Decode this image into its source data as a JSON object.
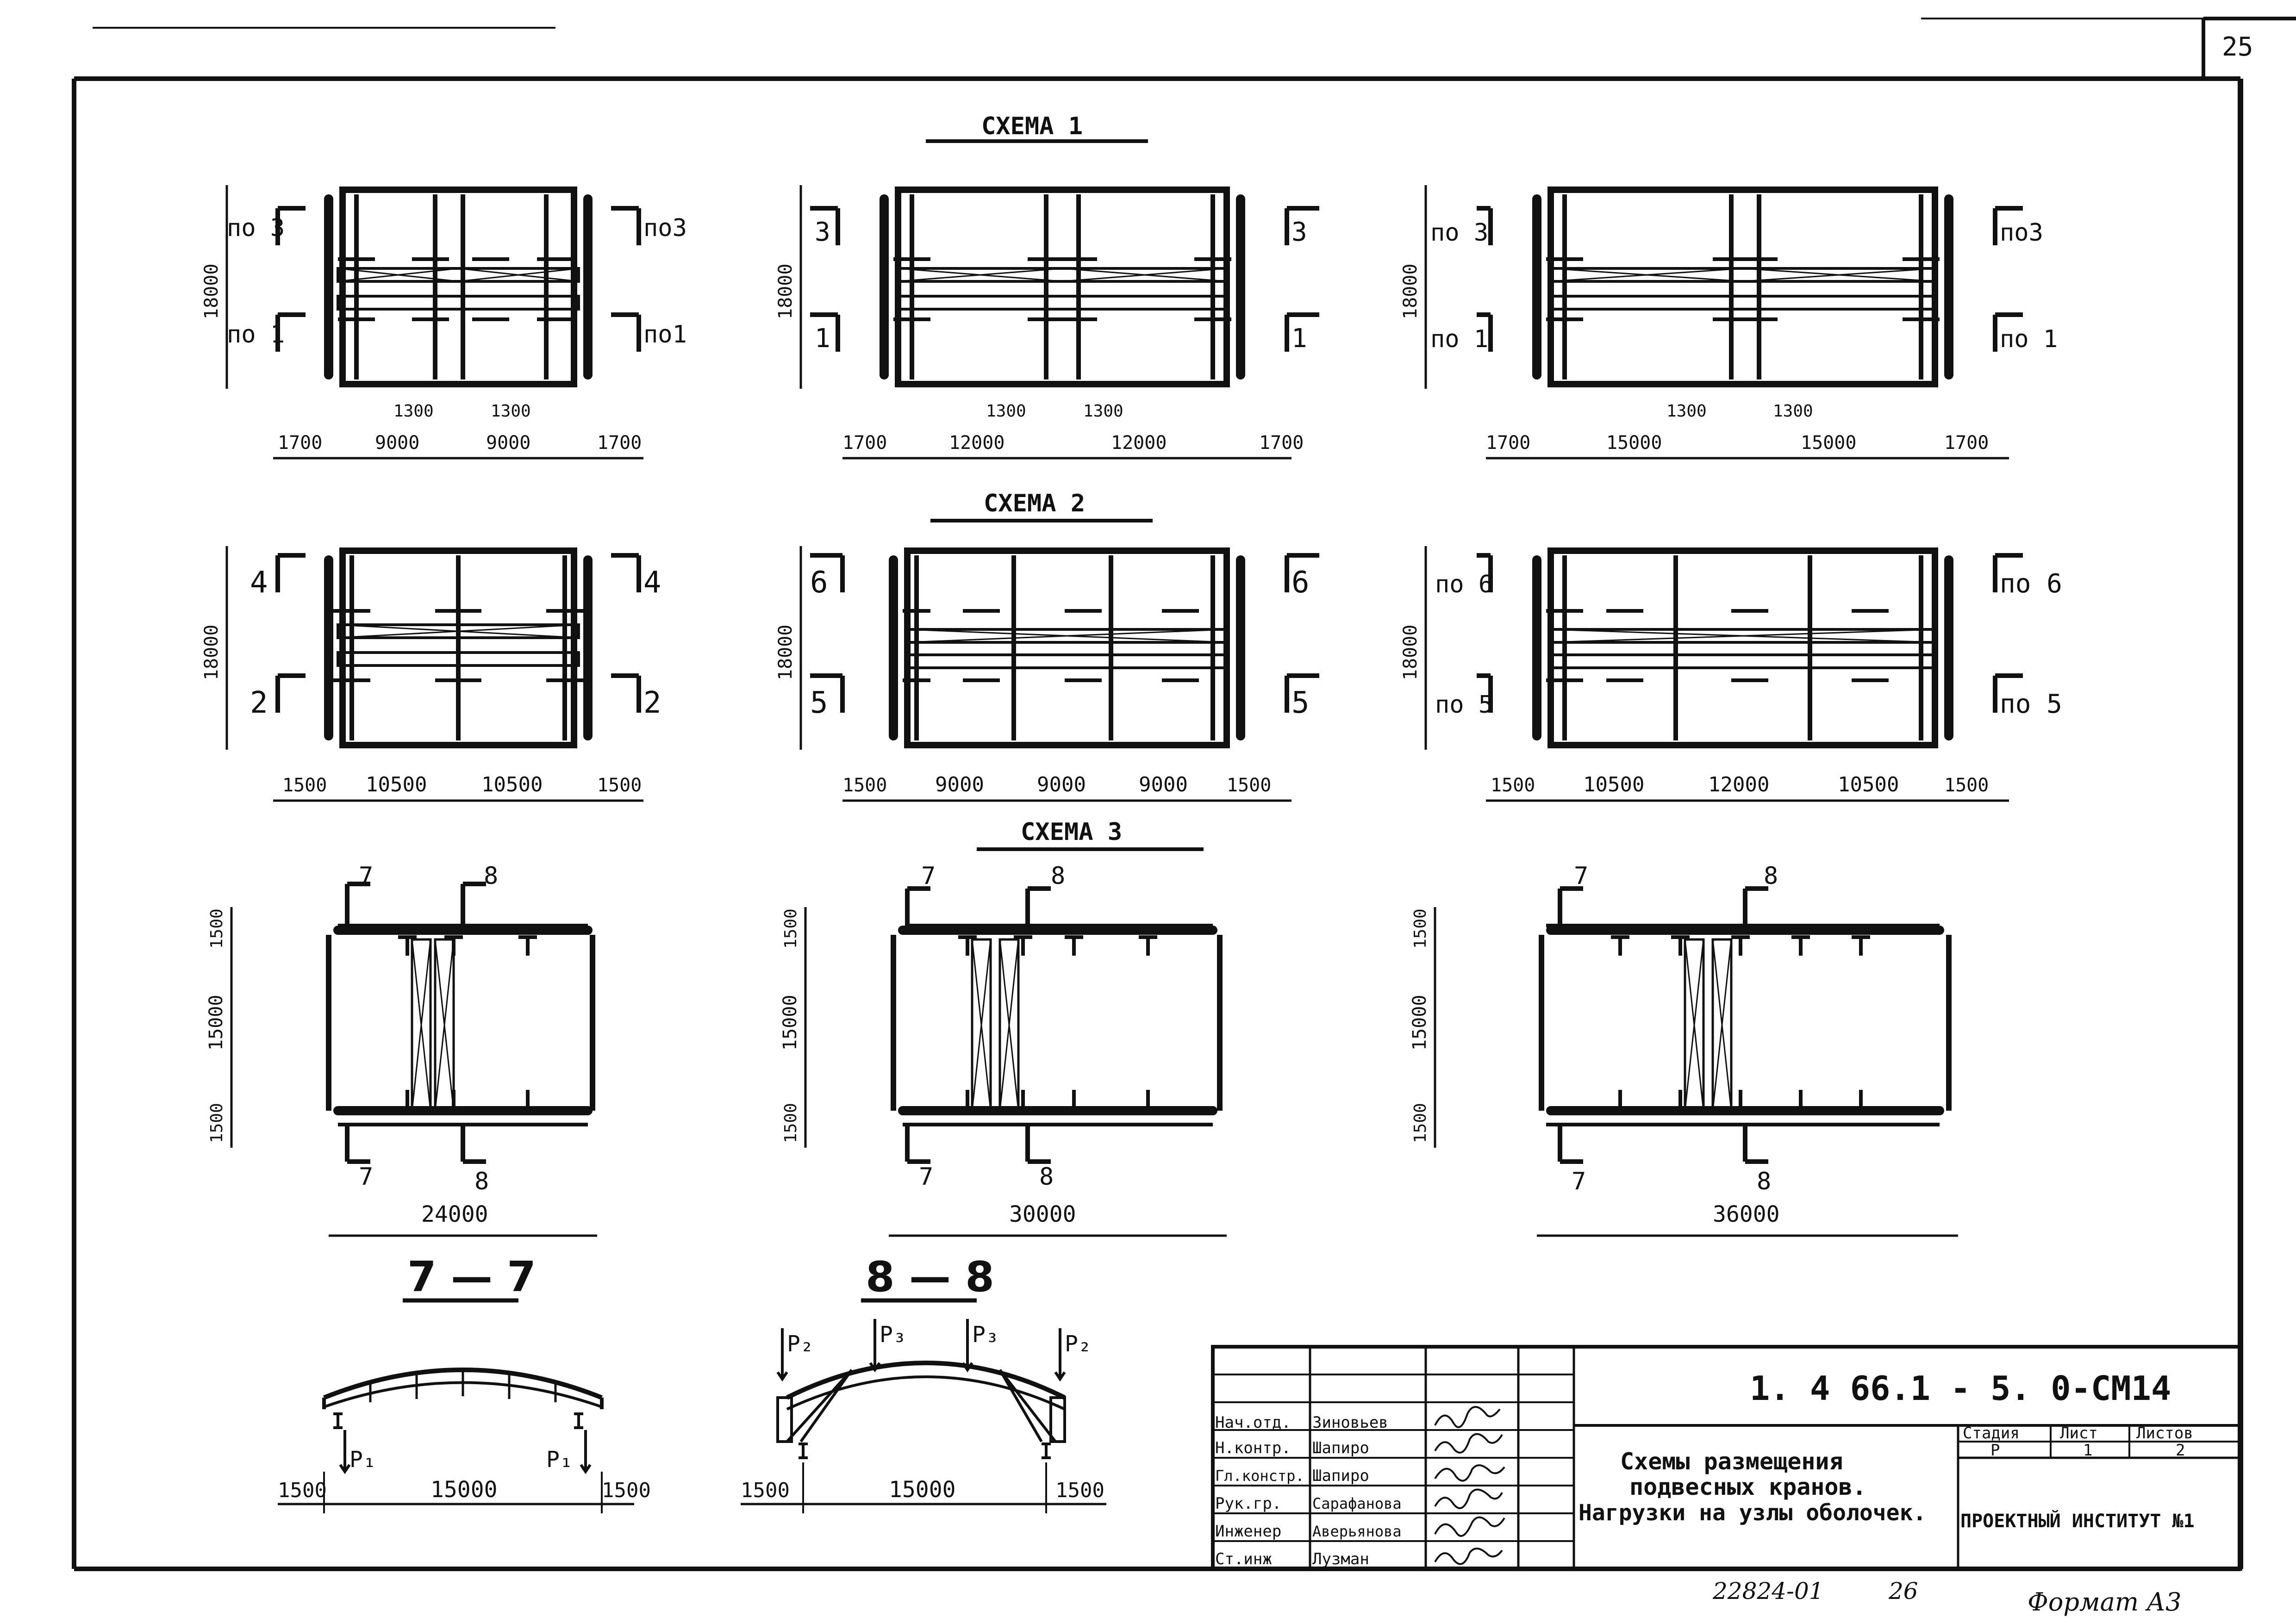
{
  "page": {
    "sheet_no": "25",
    "bottom_note_left": "22824-01",
    "bottom_note_mid": "26",
    "bottom_note_right": "Формат А3"
  },
  "sections": {
    "scheme1": "СХЕМА 1",
    "scheme2": "СХЕМА 2",
    "scheme3": "СХЕМА 3",
    "cut77": "7 — 7",
    "cut88": "8 — 8"
  },
  "scheme1": {
    "plans": [
      {
        "height": "18000",
        "left_top": "по 3",
        "right_top": "по3",
        "left_bot": "по 1",
        "right_bot": "по1",
        "inner_a": "1300",
        "inner_b": "1300",
        "dims": [
          "1700",
          "9000",
          "9000",
          "1700"
        ]
      },
      {
        "height": "18000",
        "left_top": "3",
        "right_top": "3",
        "left_bot": "1",
        "right_bot": "1",
        "inner_a": "1300",
        "inner_b": "1300",
        "dims": [
          "1700",
          "12000",
          "12000",
          "1700"
        ]
      },
      {
        "height": "18000",
        "left_top": "по 3",
        "right_top": "по3",
        "left_bot": "по 1",
        "right_bot": "по 1",
        "inner_a": "1300",
        "inner_b": "1300",
        "dims": [
          "1700",
          "15000",
          "15000",
          "1700"
        ]
      }
    ]
  },
  "scheme2": {
    "plans": [
      {
        "height": "18000",
        "left_top": "4",
        "right_top": "4",
        "left_bot": "2",
        "right_bot": "2",
        "dims": [
          "1500",
          "10500",
          "10500",
          "1500"
        ]
      },
      {
        "height": "18000",
        "left_top": "6",
        "right_top": "6",
        "left_bot": "5",
        "right_bot": "5",
        "dims": [
          "1500",
          "9000",
          "9000",
          "9000",
          "1500"
        ]
      },
      {
        "height": "18000",
        "left_top": "по 6",
        "right_top": "по 6",
        "left_bot": "по 5",
        "right_bot": "по 5",
        "dims": [
          "1500",
          "10500",
          "12000",
          "10500",
          "1500"
        ]
      }
    ]
  },
  "scheme3": {
    "plans": [
      {
        "cut_a": "7",
        "cut_b": "8",
        "top": "1500",
        "mid": "15000",
        "bot": "1500",
        "span": "24000"
      },
      {
        "cut_a": "7",
        "cut_b": "8",
        "top": "1500",
        "mid": "15000",
        "bot": "1500",
        "span": "30000"
      },
      {
        "cut_a": "7",
        "cut_b": "8",
        "top": "1500",
        "mid": "15000",
        "bot": "1500",
        "span": "36000"
      }
    ]
  },
  "cut77": {
    "load": "P₁",
    "dims": [
      "1500",
      "15000",
      "1500"
    ]
  },
  "cut88": {
    "loads": [
      "P₂",
      "P₃",
      "P₃",
      "P₂"
    ],
    "dims": [
      "1500",
      "15000",
      "1500"
    ]
  },
  "title_block": {
    "code": "1. 4 66.1 - 5. 0-СМ14",
    "title_lines": [
      "Схемы размещения",
      "подвесных кранов.",
      "Нагрузки на узлы оболочек."
    ],
    "stage_label": "Стадия",
    "sheet_label": "Лист",
    "sheets_label": "Листов",
    "stage": "Р",
    "sheet": "1",
    "sheets": "2",
    "org": "ПРОЕКТНЫЙ ИНСТИТУТ №1",
    "roles": [
      {
        "role": "Нач.отд.",
        "name": "Зиновьев"
      },
      {
        "role": "Н.контр.",
        "name": "Шапиро"
      },
      {
        "role": "Гл.констр.",
        "name": "Шапиро"
      },
      {
        "role": "Рук.гр.",
        "name": "Сарафанова"
      },
      {
        "role": "Инженер",
        "name": "Аверьянова"
      },
      {
        "role": "Ст.инж",
        "name": "Лузман"
      }
    ]
  }
}
